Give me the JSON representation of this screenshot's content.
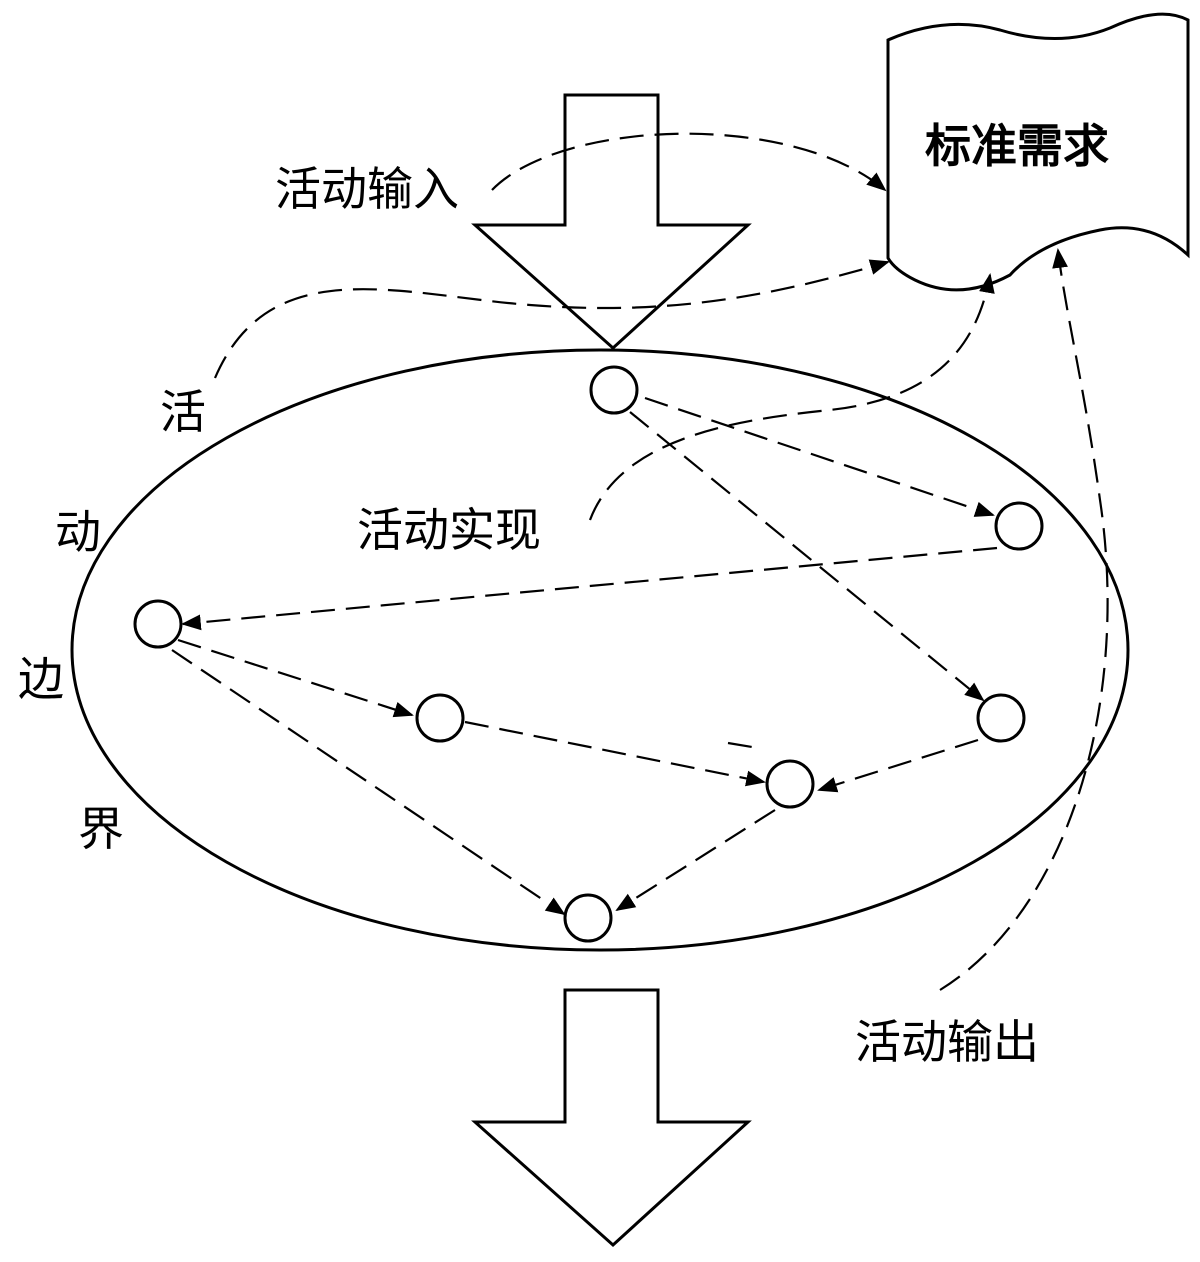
{
  "labels": {
    "standard_requirement": "标准需求",
    "activity_input": "活动输入",
    "activity_realization": "活动实现",
    "activity_output": "活动输出",
    "boundary_char_1": "活",
    "boundary_char_2": "动",
    "boundary_char_3": "边",
    "boundary_char_4": "界"
  }
}
